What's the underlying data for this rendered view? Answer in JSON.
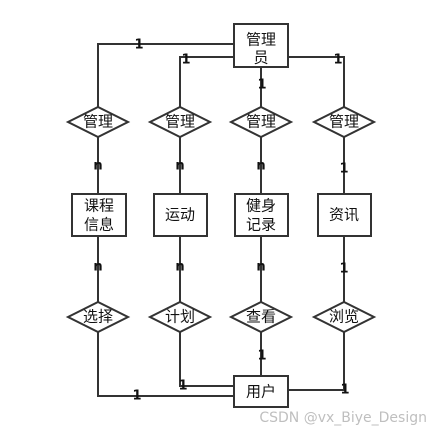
{
  "entities": {
    "admin": [
      "管理",
      "员"
    ],
    "course": [
      "课程",
      "信息"
    ],
    "sport": [
      "运动"
    ],
    "fitness": [
      "健身",
      "记录"
    ],
    "news": [
      "资讯"
    ],
    "user": [
      "用户"
    ]
  },
  "relations": {
    "manage1": "管理",
    "manage2": "管理",
    "manage3": "管理",
    "manage4": "管理",
    "select": "选择",
    "plan": "计划",
    "view": "查看",
    "browse": "浏览"
  },
  "cardinality": {
    "one": "1",
    "many": "n"
  },
  "watermark": "CSDN @vx_Biye_Design"
}
